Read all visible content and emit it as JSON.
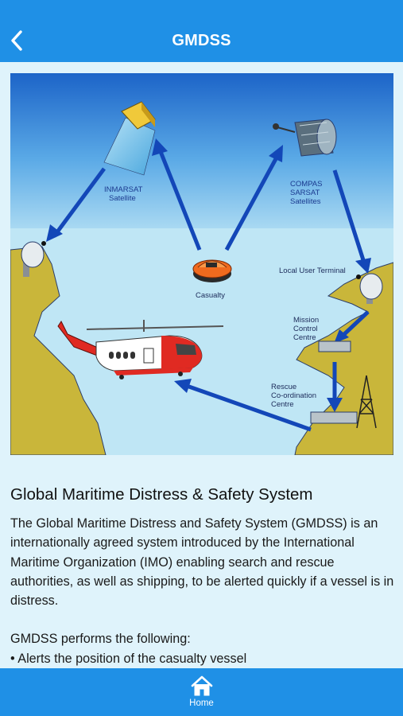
{
  "header": {
    "title": "GMDSS",
    "back_icon": "chevron-left-icon"
  },
  "diagram": {
    "labels": {
      "inmarsat": [
        "INMARSAT",
        "Satellite"
      ],
      "compas": [
        "COMPAS",
        "SARSAT",
        "Satellites"
      ],
      "casualty": "Casualty",
      "lut": "Local User Terminal",
      "mcc": [
        "Mission",
        "Control",
        "Centre"
      ],
      "rcc": [
        "Rescue",
        "Co-ordination",
        "Centre"
      ]
    },
    "colors": {
      "sky_top": "#1c64c8",
      "sea": "#bfe6f5",
      "land": "#c9b63a",
      "arrow": "#1347b8",
      "helicopter_red": "#e02a22"
    }
  },
  "content": {
    "title": "Global Maritime Distress & Safety System",
    "intro": "The Global Maritime Distress and Safety System (GMDSS) is an internationally agreed system introduced by the International Maritime Organization (IMO) enabling search and rescue authorities, as well as shipping, to be alerted quickly if a vessel is in distress.",
    "performs_heading": "GMDSS performs the following:",
    "bullets": [
      "• Alerts the position of the casualty vessel"
    ]
  },
  "tabbar": {
    "home_label": "Home",
    "home_icon": "home-icon"
  }
}
